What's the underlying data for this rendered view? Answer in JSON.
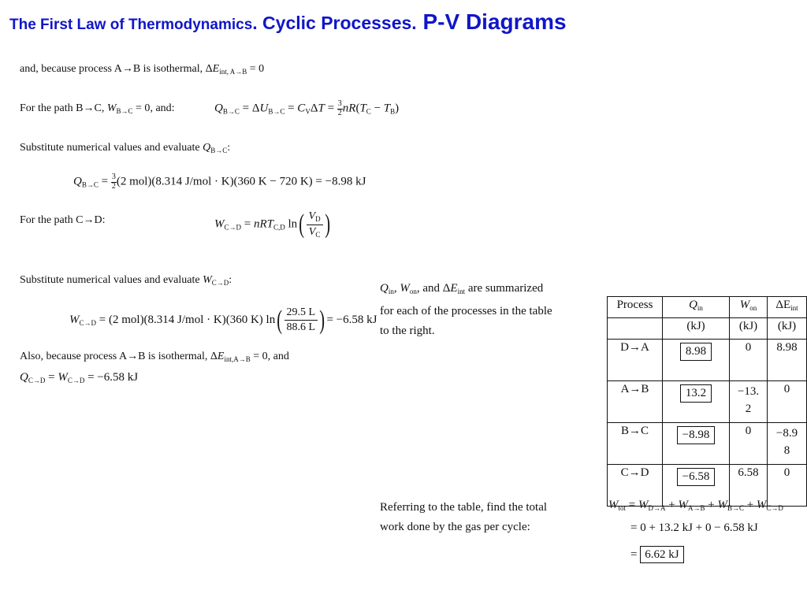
{
  "title": {
    "part1": "The First Law of Thermodynamics",
    "part2": ". Cyclic Processes.",
    "part3": " P-V Diagrams"
  },
  "left": {
    "line1": "and, because process A→B is isothermal,",
    "line2_prefix": "For the path B→C,",
    "line2_mid": ", and:",
    "line3": "Substitute numerical values and evaluate",
    "eq_qbc_values": "(2 mol)(8.314 J/mol · K)(360 K − 720 K) = −8.98 kJ",
    "line4": "For the path C→D:",
    "line5": "Substitute numerical values and evaluate",
    "eq_wcd_values": "(2 mol)(8.314 J/mol · K)(360 K) ln",
    "eq_wcd_num": "29.5 L",
    "eq_wcd_den": "88.6 L",
    "eq_wcd_result": "= −6.58 kJ",
    "line6_prefix": "Also, because process A→B is isothermal,",
    "line6_suffix": ", and",
    "eq_qcd": "= −6.58 kJ"
  },
  "right": {
    "summary_lines": [
      "are summarized",
      "for each of the processes in the table",
      "to the right."
    ],
    "referring_lines": [
      "Referring to the table, find the total",
      "work done by the gas per cycle:"
    ],
    "wtot_line2": "= 0 + 13.2 kJ + 0 − 6.58 kJ",
    "wtot_result": "6.62 kJ"
  },
  "table": {
    "headers": [
      "Process",
      "Q",
      "W",
      "ΔE"
    ],
    "header_subs": [
      "",
      "in",
      "on",
      "int"
    ],
    "units": [
      "",
      "(kJ)",
      "(kJ)",
      "(kJ)"
    ],
    "rows": [
      {
        "process": "D→A",
        "q": "8.98",
        "w": "0",
        "e": "8.98"
      },
      {
        "process": "A→B",
        "q": "13.2",
        "w": "−13.2",
        "e": "0"
      },
      {
        "process": "B→C",
        "q": "−8.98",
        "w": "0",
        "e": "−8.98"
      },
      {
        "process": "C→D",
        "q": "−6.58",
        "w": "6.58",
        "e": "0"
      }
    ]
  }
}
